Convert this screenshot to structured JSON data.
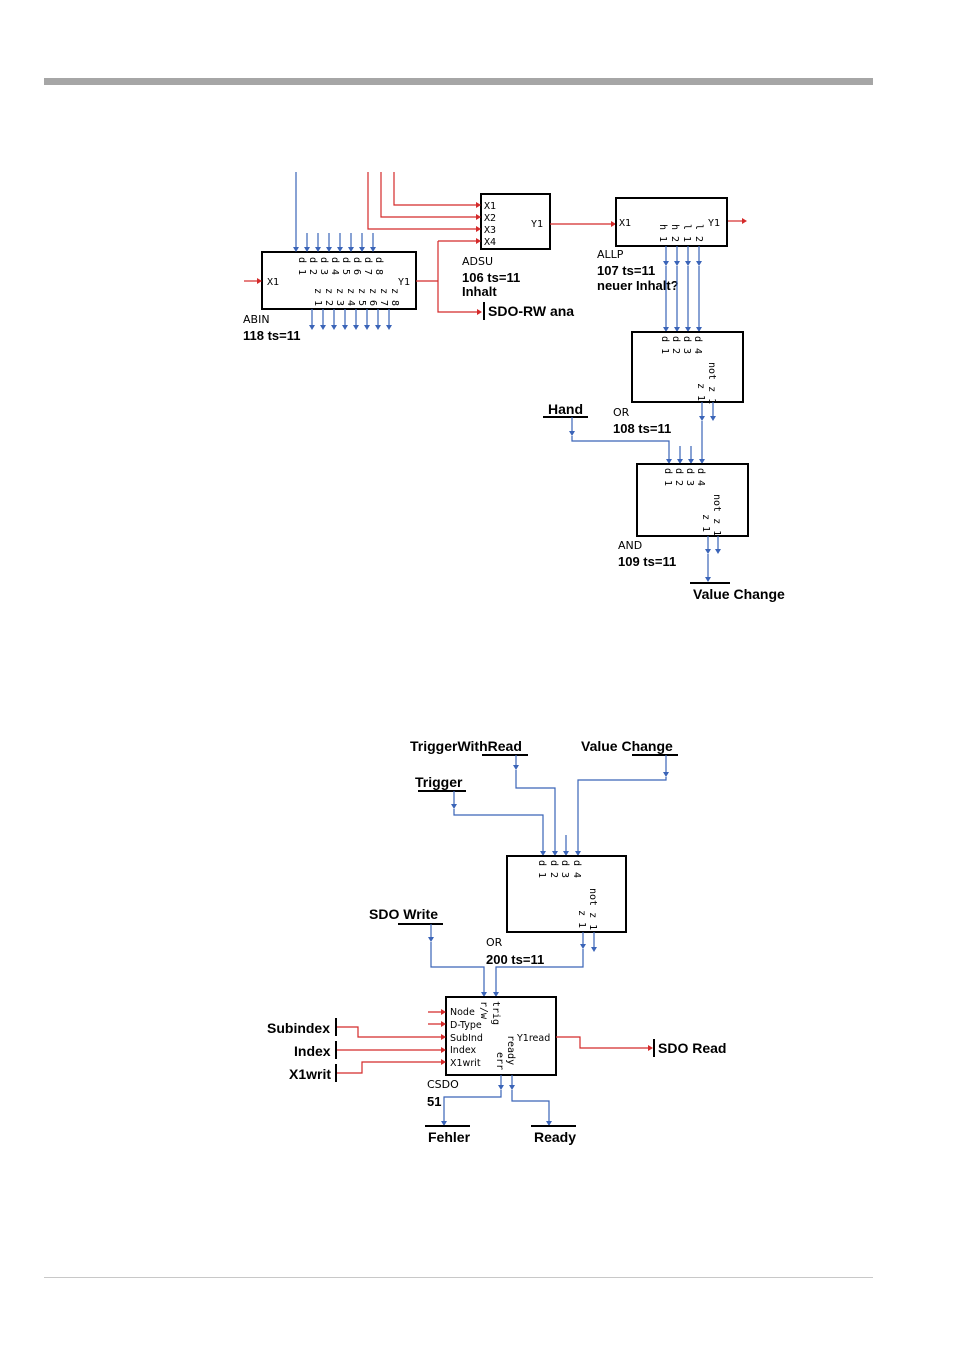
{
  "diagram1": {
    "abin": {
      "type": "ABIN",
      "number": "118 ts=11",
      "input": "X1",
      "output": "Y1",
      "top_pins": [
        "d 1",
        "d 2",
        "d 3",
        "d 4",
        "d 5",
        "d 6",
        "d 7",
        "d 8"
      ],
      "bottom_pins": [
        "z 1",
        "z 2",
        "z 3",
        "z 4",
        "z 5",
        "z 6",
        "z 7",
        "z 8"
      ]
    },
    "adsu": {
      "type": "ADSU",
      "number": "106 ts=11",
      "extra": "Inhalt",
      "inputs": [
        "X1",
        "X2",
        "X3",
        "X4"
      ],
      "output": "Y1"
    },
    "allp": {
      "type": "ALLP",
      "number": "107 ts=11",
      "extra": "neuer Inhalt?",
      "input": "X1",
      "output": "Y1",
      "bottom_pins": [
        "h 1",
        "h 2",
        "l 1",
        "l 2"
      ]
    },
    "or1": {
      "type": "OR",
      "number": "108 ts=11",
      "inputs": [
        "d 1",
        "d 2",
        "d 3",
        "d 4"
      ],
      "outputs": [
        "z 1",
        "not z 1"
      ]
    },
    "and1": {
      "type": "AND",
      "number": "109 ts=11",
      "inputs": [
        "d 1",
        "d 2",
        "d 3",
        "d 4"
      ],
      "outputs": [
        "z 1",
        "not z 1"
      ]
    },
    "signals": {
      "sdo_rw": "SDO-RW ana",
      "hand": "Hand",
      "value_change": "Value Change"
    }
  },
  "diagram2": {
    "signals": {
      "trigger_with_read": "TriggerWithRead",
      "value_change": "Value Change",
      "trigger": "Trigger",
      "sdo_write": "SDO Write",
      "subindex": "Subindex",
      "index": "Index",
      "x1writ": "X1writ",
      "sdo_read": "SDO Read",
      "fehler": "Fehler",
      "ready": "Ready"
    },
    "or2": {
      "type": "OR",
      "number": "200 ts=11",
      "inputs": [
        "d 1",
        "d 2",
        "d 3",
        "d 4"
      ],
      "outputs": [
        "z 1",
        "not z 1"
      ]
    },
    "csdo": {
      "type": "CSDO",
      "number": "51",
      "left_pins": [
        "Node",
        "D-Type",
        "SubInd",
        "Index",
        "X1writ"
      ],
      "top_pins": [
        "r/w",
        "trig"
      ],
      "bottom_pins": [
        "err",
        "ready"
      ],
      "output": "Y1read"
    }
  },
  "colors": {
    "signal_blue": "#3a64b8",
    "signal_red": "#d42a2a",
    "rule_gray": "#a6a6a6"
  }
}
